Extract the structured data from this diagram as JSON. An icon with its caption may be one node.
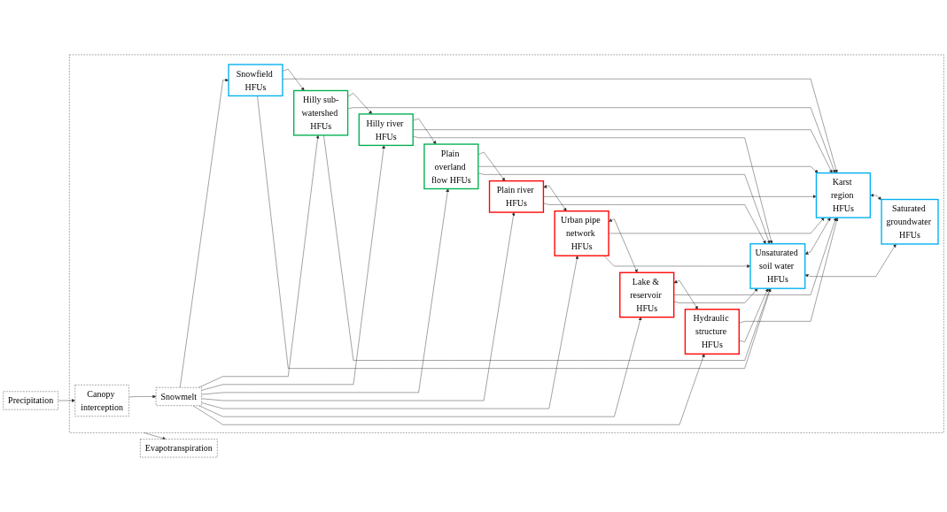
{
  "diagram": {
    "nodes": [
      {
        "text": [
          "Precipitation"
        ]
      },
      {
        "text": [
          "Evapotranspiration"
        ]
      },
      {
        "text": [],
        "shape": "box"
      },
      {
        "text": [
          "Canopy interception"
        ],
        "in": 2
      },
      {
        "text": [
          "Snowmelt"
        ],
        "in": 2
      },
      {
        "text": [
          "Snowfield HFUs"
        ],
        "in": 2
      },
      {
        "text": [
          "Hilly sub-watershed HFUs"
        ],
        "in": 2
      },
      {
        "text": [
          "Hilly river HFUs"
        ],
        "in": 2
      },
      {
        "text": [
          "Plain overland flow HFUs"
        ],
        "in": 2
      },
      {
        "text": [
          "Plain river HFUs"
        ],
        "in": 2
      },
      {
        "text": [
          "Urban pipe network HFUs"
        ],
        "in": 2
      },
      {
        "text": [
          "Lake & reservoir HFUs"
        ],
        "in": 2
      },
      {
        "text": [
          "Hydraulic structure HFUs"
        ],
        "in": 2
      },
      {
        "text": [
          "Karst region HFUs"
        ],
        "in": 2
      },
      {
        "text": [
          "Unsaturated soil water HFUs"
        ],
        "in": 2
      },
      {
        "text": [
          "Saturated groundwater HFUs"
        ],
        "in": 2
      }
    ],
    "edges": [
      {
        "from": 0,
        "to": 3,
        "arrow": "to"
      },
      {
        "from": 2,
        "to": 1,
        "arrow": "to"
      },
      {
        "from": 3,
        "to": 4,
        "arrow": "to"
      },
      {
        "from": 4,
        "to": 5,
        "arrow": "to"
      },
      {
        "from": 4,
        "to": 6,
        "arrow": "to"
      },
      {
        "from": 4,
        "to": 7,
        "arrow": "to"
      },
      {
        "from": 4,
        "to": 8,
        "arrow": "to"
      },
      {
        "from": 4,
        "to": 9,
        "arrow": "to"
      },
      {
        "from": 4,
        "to": 10,
        "arrow": "to"
      },
      {
        "from": 4,
        "to": 11,
        "arrow": "to"
      },
      {
        "from": 4,
        "to": 12,
        "arrow": "to"
      },
      {
        "from": 5,
        "to": 6,
        "arrow": "to"
      },
      {
        "from": 6,
        "to": 7,
        "arrow": "to"
      },
      {
        "from": 7,
        "to": 8,
        "arrow": "to"
      },
      {
        "from": 8,
        "to": 9,
        "arrow": "to"
      },
      {
        "from": 9,
        "to": 10,
        "arrow": "both"
      },
      {
        "from": 10,
        "to": 11,
        "arrow": "both"
      },
      {
        "from": 11,
        "to": 12,
        "arrow": "both"
      },
      {
        "from": 5,
        "to": 13,
        "arrow": "to"
      },
      {
        "from": 6,
        "to": 13,
        "arrow": "to"
      },
      {
        "from": 7,
        "to": 13,
        "arrow": "to"
      },
      {
        "from": 8,
        "to": 13,
        "arrow": "to"
      },
      {
        "from": 9,
        "to": 13,
        "arrow": "to"
      },
      {
        "from": 10,
        "to": 13,
        "arrow": "to"
      },
      {
        "from": 11,
        "to": 13,
        "arrow": "to"
      },
      {
        "from": 12,
        "to": 13,
        "arrow": "to"
      },
      {
        "from": 5,
        "to": 14,
        "arrow": "to"
      },
      {
        "from": 6,
        "to": 14,
        "arrow": "to"
      },
      {
        "from": 7,
        "to": 14,
        "arrow": "to"
      },
      {
        "from": 8,
        "to": 14,
        "arrow": "to"
      },
      {
        "from": 9,
        "to": 14,
        "arrow": "to"
      },
      {
        "from": 10,
        "to": 14,
        "arrow": "to"
      },
      {
        "from": 11,
        "to": 14,
        "arrow": "to"
      },
      {
        "from": 12,
        "to": 14,
        "arrow": "to"
      },
      {
        "from": 14,
        "to": 13,
        "arrow": "both"
      },
      {
        "from": 13,
        "to": 15,
        "arrow": "both"
      },
      {
        "from": 14,
        "to": 15,
        "arrow": "both"
      }
    ]
  }
}
